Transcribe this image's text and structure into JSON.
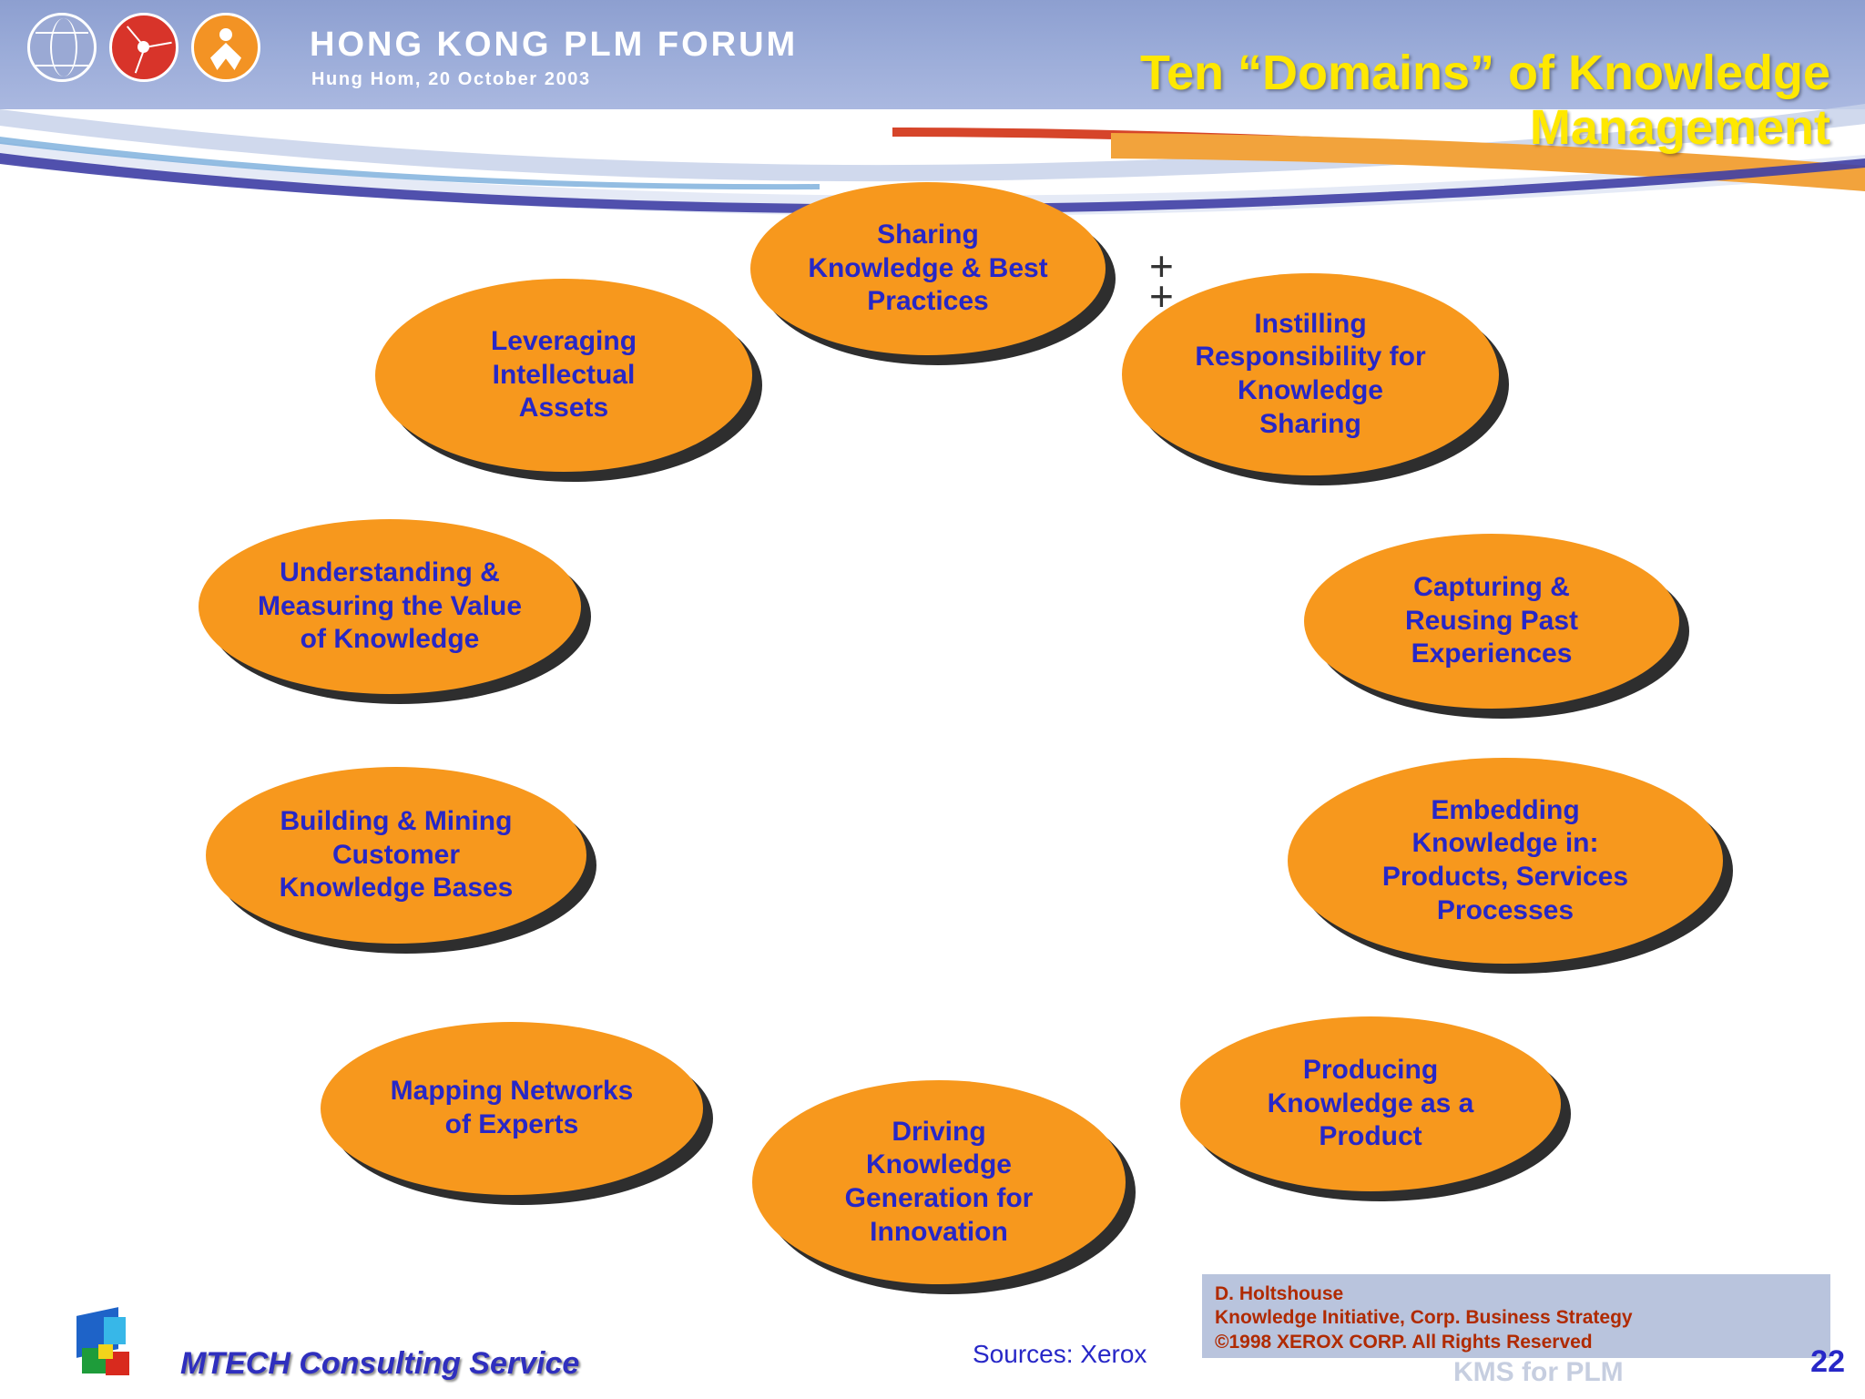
{
  "header": {
    "forum_title": "HONG KONG PLM FORUM",
    "forum_subtitle": "Hung Hom, 20 October 2003",
    "slide_title": "Ten “Domains” of Knowledge Management",
    "title_color": "#ffe800",
    "band_color": "#9aabd8"
  },
  "diagram": {
    "bubble_fill": "#f7981d",
    "bubble_text_color": "#2727c7",
    "plus_marks": "+\n+",
    "bubbles": [
      {
        "id": "sharing-knowledge-best-practices",
        "label": "Sharing\nKnowledge & Best\nPractices"
      },
      {
        "id": "instilling-responsibility",
        "label": "Instilling\nResponsibility for\nKnowledge\nSharing"
      },
      {
        "id": "leveraging-intellectual-assets",
        "label": "Leveraging\nIntellectual\nAssets"
      },
      {
        "id": "capturing-reusing-past-experiences",
        "label": "Capturing &\nReusing Past\nExperiences"
      },
      {
        "id": "understanding-measuring-value",
        "label": "Understanding &\nMeasuring the Value\nof Knowledge"
      },
      {
        "id": "embedding-knowledge",
        "label": "Embedding\nKnowledge in:\nProducts, Services\nProcesses"
      },
      {
        "id": "building-mining-customer-knowledge-bases",
        "label": "Building & Mining\nCustomer\nKnowledge Bases"
      },
      {
        "id": "producing-knowledge-as-a-product",
        "label": "Producing\nKnowledge as a\nProduct"
      },
      {
        "id": "mapping-networks-of-experts",
        "label": "Mapping Networks\nof Experts"
      },
      {
        "id": "driving-knowledge-generation",
        "label": "Driving\nKnowledge\nGeneration for\nInnovation"
      }
    ]
  },
  "footer": {
    "company": "MTECH Consulting Service",
    "sources": "Sources:  Xerox",
    "credit_line1": "D. Holtshouse",
    "credit_line2": "Knowledge Initiative, Corp. Business Strategy",
    "credit_line3": "©1998 XEROX CORP.  All Rights Reserved",
    "page_number": "22",
    "watermark": "KMS for PLM"
  }
}
